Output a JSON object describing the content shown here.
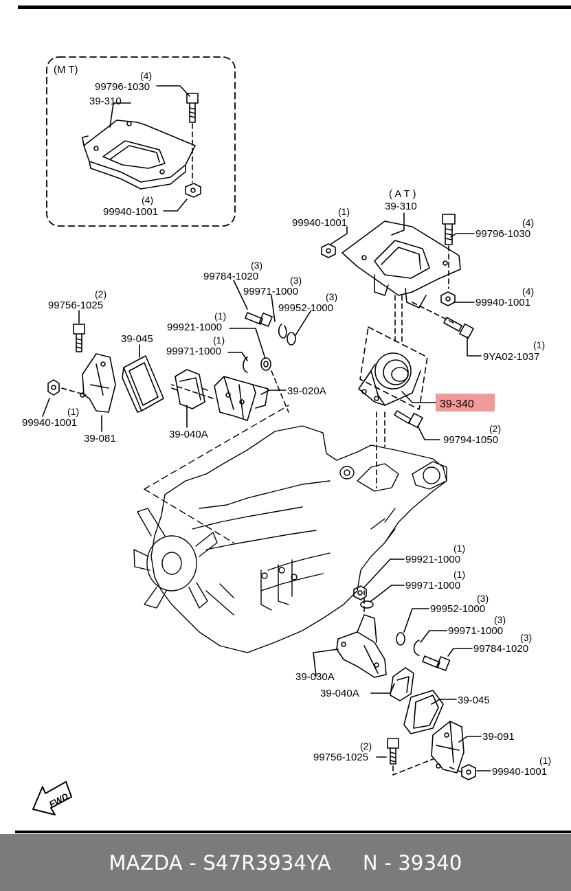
{
  "footer": {
    "brand_part": "MAZDA - S47R3934YA",
    "ref_number": "N - 39340"
  },
  "colors": {
    "highlight": "#f19a9a",
    "footer_bg": "#7b7b7b",
    "line": "#000000"
  },
  "inset_mt": {
    "title": "(M T)",
    "bolt": {
      "code": "99796-1030",
      "qty": "(4)"
    },
    "plate": {
      "code": "39-310"
    },
    "nut": {
      "code": "99940-1001",
      "qty": "(4)"
    }
  },
  "at": {
    "title": "( A T )",
    "plate": {
      "code": "39-310"
    },
    "nut_left": {
      "code": "99940-1001",
      "qty": "(1)"
    },
    "bolt_right": {
      "code": "99796-1030",
      "qty": "(4)"
    },
    "nut_right": {
      "code": "99940-1001",
      "qty": "(4)"
    },
    "bolt_side": {
      "code": "9YA02-1037",
      "qty": "(1)"
    },
    "mount": {
      "code": "39-340"
    },
    "bolt_mount": {
      "code": "99794-1050",
      "qty": "(2)"
    }
  },
  "left_group": {
    "bolt_a": {
      "code": "99784-1020",
      "qty": "(3)"
    },
    "washer_a": {
      "code": "99971-1000",
      "qty": "(3)"
    },
    "washer_b": {
      "code": "99952-1000",
      "qty": "(3)"
    },
    "nut_a": {
      "code": "99921-1000",
      "qty": "(1)"
    },
    "washer_c": {
      "code": "99971-1000",
      "qty": "(1)"
    },
    "bolt_b": {
      "code": "99756-1025",
      "qty": "(2)"
    },
    "insulator": {
      "code": "39-045"
    },
    "nut_b": {
      "code": "99940-1001",
      "qty": "(1)"
    },
    "bracket": {
      "code": "39-081"
    },
    "rubber_mount": {
      "code": "39-040A"
    },
    "bracket_engine": {
      "code": "39-020A"
    }
  },
  "right_group": {
    "nut_a": {
      "code": "99921-1000",
      "qty": "(1)"
    },
    "washer_a": {
      "code": "99971-1000",
      "qty": "(1)"
    },
    "washer_b": {
      "code": "99952-1000",
      "qty": "(3)"
    },
    "washer_c": {
      "code": "99971-1000",
      "qty": "(3)"
    },
    "bolt_a": {
      "code": "99784-1020",
      "qty": "(3)"
    },
    "bracket_engine": {
      "code": "39-030A"
    },
    "rubber_mount": {
      "code": "39-040A"
    },
    "insulator": {
      "code": "39-045"
    },
    "bracket": {
      "code": "39-091"
    },
    "bolt_b": {
      "code": "99756-1025",
      "qty": "(2)"
    },
    "nut_b": {
      "code": "99940-1001",
      "qty": "(1)"
    }
  },
  "fwd_label": "FWD"
}
